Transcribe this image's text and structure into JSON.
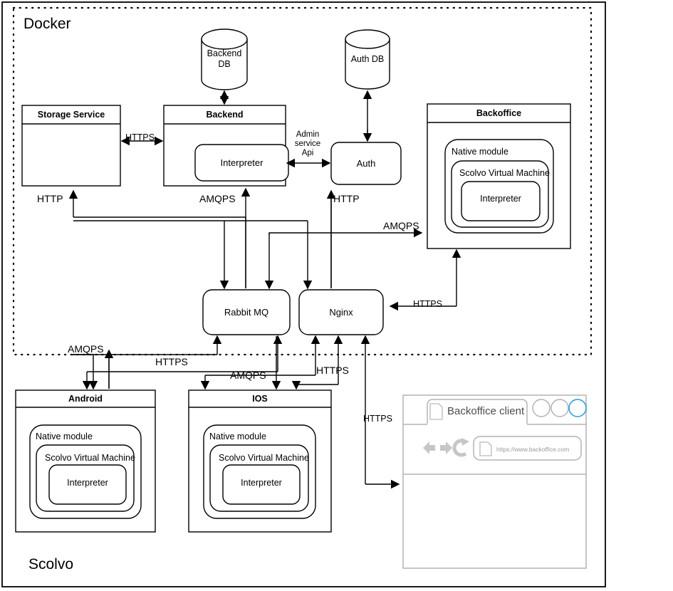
{
  "diagram": {
    "type": "architecture",
    "outer_frame_label": "Scolvo",
    "docker_label": "Docker"
  },
  "nodes": {
    "backend_db": {
      "label_line1": "Backend",
      "label_line2": "DB",
      "shape": "cylinder"
    },
    "auth_db": {
      "label_line1": "Auth DB",
      "label_line2": "",
      "shape": "cylinder"
    },
    "storage_service": {
      "title": "Storage Service",
      "shape": "component"
    },
    "backend": {
      "title": "Backend",
      "inner": "Interpreter",
      "shape": "component"
    },
    "auth": {
      "label": "Auth",
      "shape": "rounded-rect"
    },
    "backoffice": {
      "title": "Backoffice",
      "native_module": "Native module",
      "vm": "Scolvo Virtual Machine",
      "interpreter": "Interpreter"
    },
    "rabbit_mq": {
      "label": "Rabbit MQ",
      "shape": "rounded-rect"
    },
    "nginx": {
      "label": "Nginx",
      "shape": "rounded-rect"
    },
    "android": {
      "title": "Android",
      "native_module": "Native module",
      "vm": "Scolvo Virtual Machine",
      "interpreter": "Interpreter"
    },
    "ios": {
      "title": "IOS",
      "native_module": "Native module",
      "vm": "Scolvo Virtual Machine",
      "interpreter": "Interpreter"
    },
    "browser": {
      "tab_title": "Backoffice client",
      "url": "https://www.backoffice.com",
      "back_icon": "back-arrow-icon",
      "forward_icon": "forward-arrow-icon",
      "reload_icon": "reload-icon",
      "page_icon": "page-icon",
      "window_buttons": [
        "circle-1",
        "circle-2",
        "circle-3"
      ],
      "accent_color": "#1e9bf0"
    }
  },
  "edges": [
    {
      "id": "storage-backend",
      "label": "HTTPS"
    },
    {
      "id": "backend-backenddb",
      "label": ""
    },
    {
      "id": "backend-auth",
      "label": "Admin\nservice\nApi",
      "l1": "Admin",
      "l2": "service",
      "l3": "Api"
    },
    {
      "id": "auth-authdb",
      "label": ""
    },
    {
      "id": "storage-from-bus",
      "label": "HTTP"
    },
    {
      "id": "backend-from-rabbit",
      "label": "AMQPS"
    },
    {
      "id": "auth-from-nginx",
      "label": "HTTP"
    },
    {
      "id": "rabbit-backoffice",
      "label": "AMQPS"
    },
    {
      "id": "backoffice-nginx",
      "label": "HTTPS"
    },
    {
      "id": "android-rabbit",
      "label": "AMQPS"
    },
    {
      "id": "android-nginx",
      "label": "HTTPS"
    },
    {
      "id": "ios-rabbit",
      "label": "AMQPS"
    },
    {
      "id": "ios-nginx",
      "label": "HTTPS"
    },
    {
      "id": "nginx-browser",
      "label": "HTTPS"
    },
    {
      "id": "bus-left",
      "label": "AMQPS"
    }
  ],
  "labels": {
    "https_1": "HTTPS",
    "http_storage": "HTTP",
    "amqps_backend": "AMQPS",
    "http_auth": "HTTP",
    "amqps_backoffice": "AMQPS",
    "https_backoffice": "HTTPS",
    "amqps_left": "AMQPS",
    "https_android": "HTTPS",
    "amqps_android": "AMQPS",
    "https_ios": "HTTPS",
    "https_browser": "HTTPS",
    "admin_1": "Admin",
    "admin_2": "service",
    "admin_3": "Api"
  },
  "colors": {
    "stroke": "#000000",
    "browser_chrome": "#b3b3b3",
    "browser_icon": "#c6c6c6",
    "browser_accent": "#1e9bf0",
    "background": "#ffffff"
  }
}
